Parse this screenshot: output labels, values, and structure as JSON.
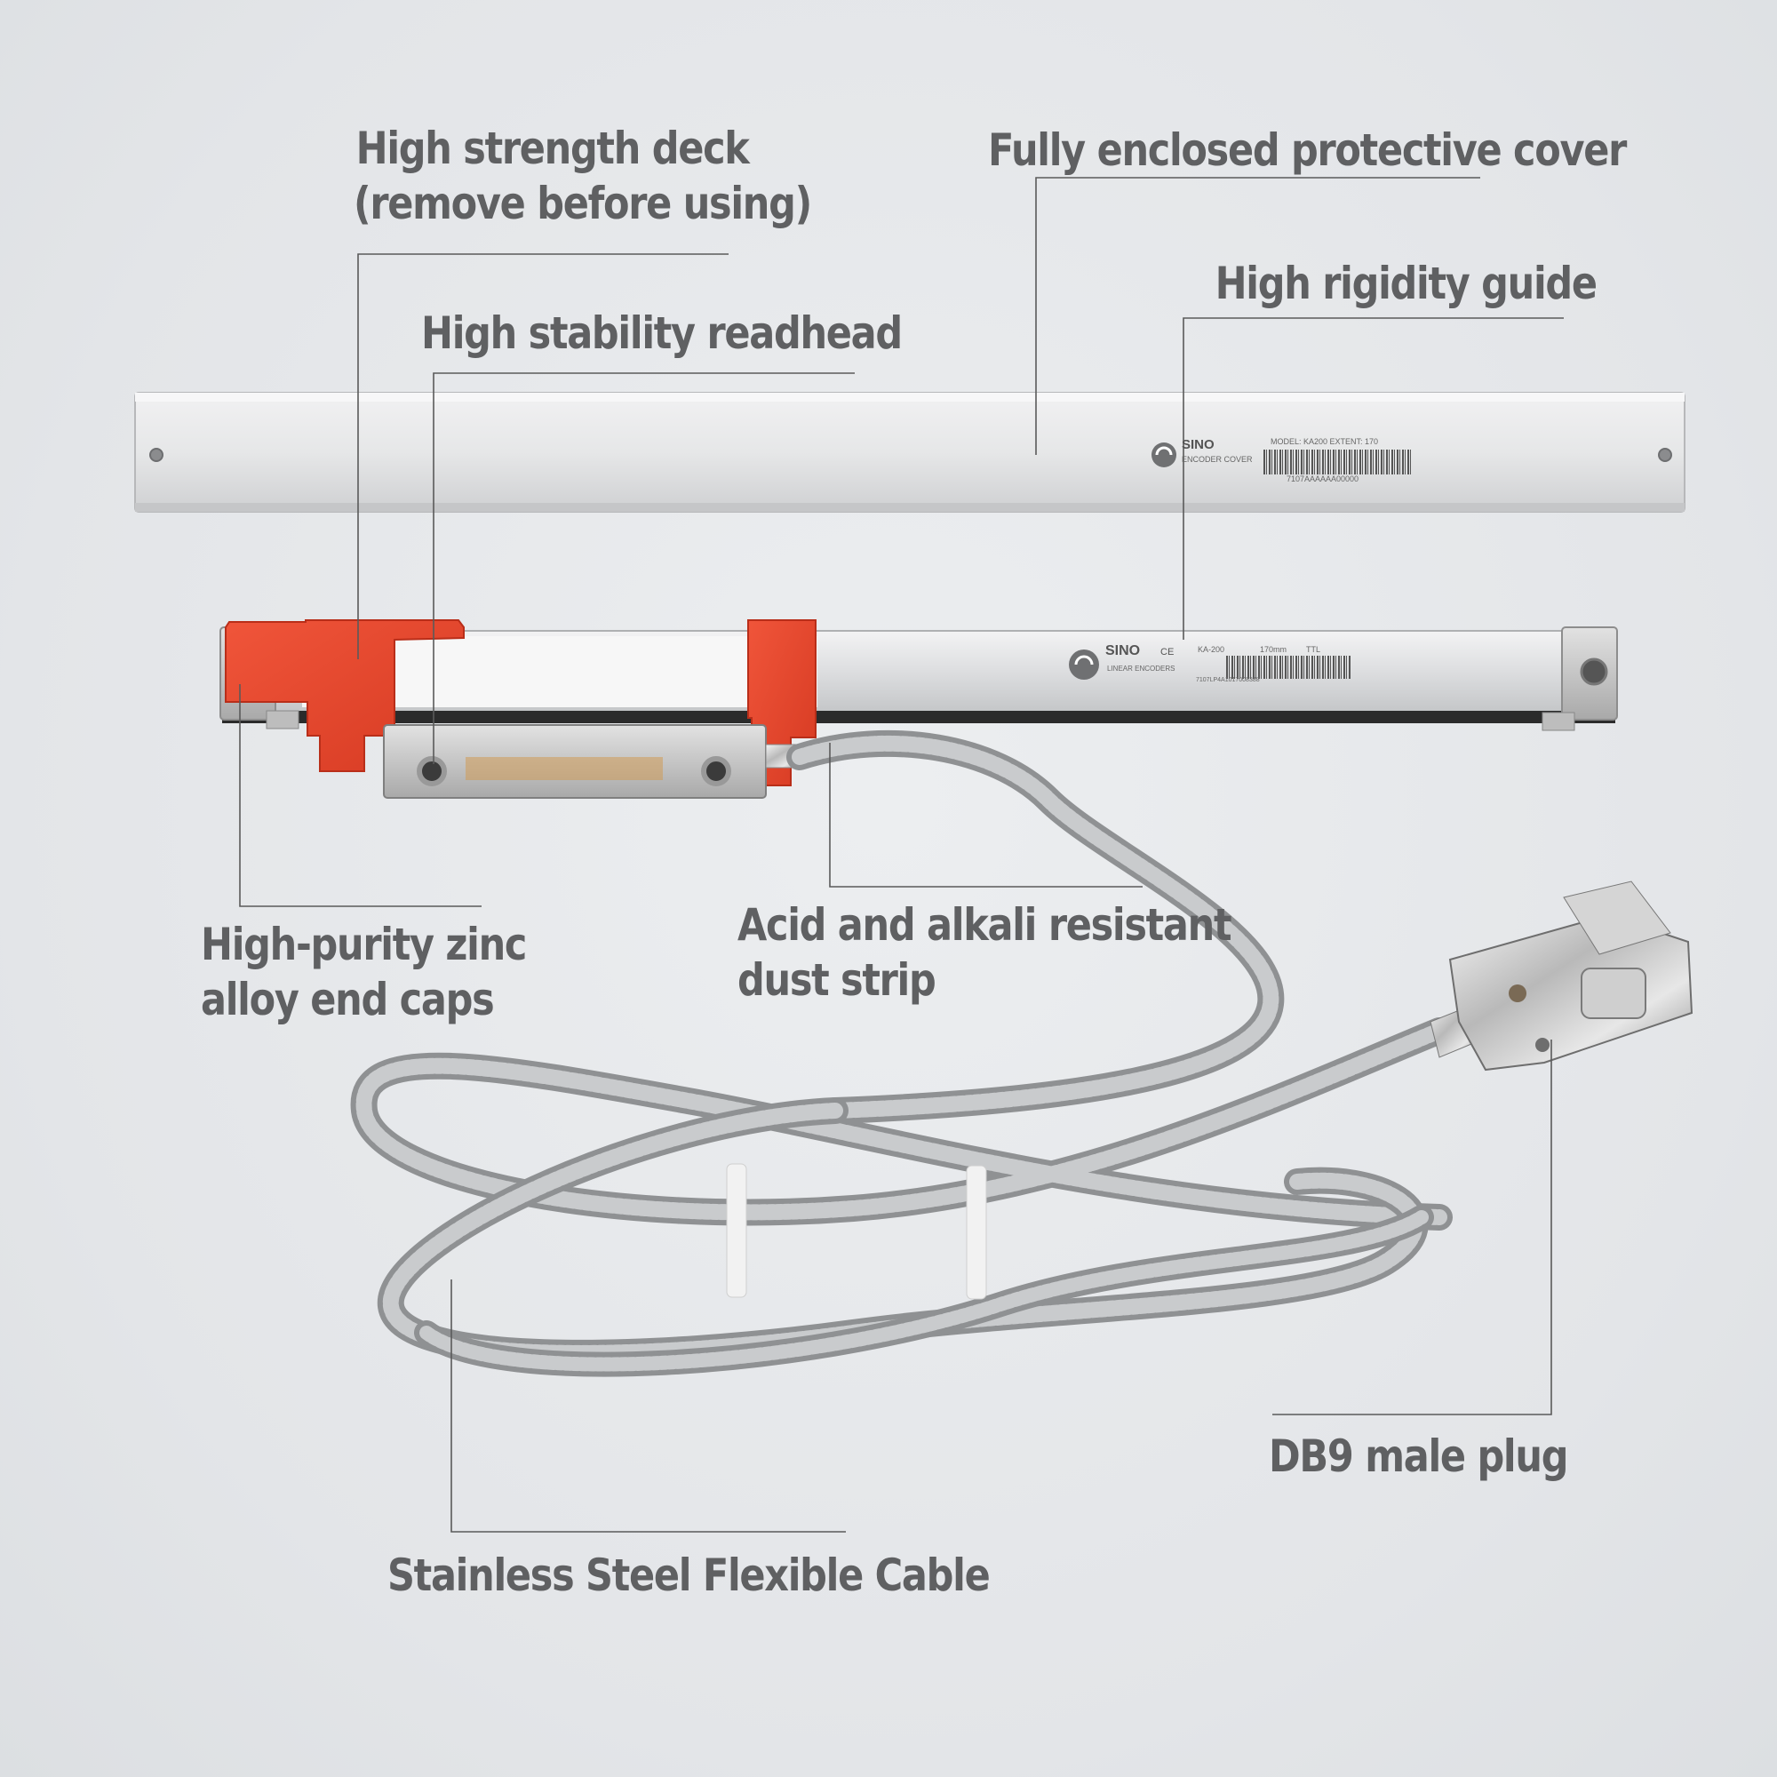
{
  "labels": {
    "deck_line1": "High strength deck",
    "deck_line2": "(remove before using)",
    "cover": "Fully enclosed protective cover",
    "guide": "High rigidity guide",
    "readhead": "High stability readhead",
    "endcaps_line1": "High-purity zinc",
    "endcaps_line2": "alloy end caps",
    "dust_line1": "Acid and alkali resistant",
    "dust_line2": "dust strip",
    "plug": "DB9 male plug",
    "cable": "Stainless Steel Flexible Cable"
  },
  "cover_print": {
    "brand": "SINO",
    "subtitle": "ENCODER COVER",
    "model": "MODEL: KA200   EXTENT: 170",
    "serial": "7107AAAAAA00000"
  },
  "scale_print": {
    "brand": "SINO",
    "ce": "CE",
    "subtitle": "LINEAR ENCODERS",
    "model": "KA-200",
    "length": "170mm",
    "signal": "TTL",
    "serial": "7107LP4A1017008388"
  },
  "colors": {
    "background": "#e5e7ea",
    "label_text": "#5f6062",
    "leader_line": "#5a5a5a",
    "deck_red": "#e8432a",
    "aluminum": "#d9dadb",
    "steel_cable": "#a9abad"
  }
}
